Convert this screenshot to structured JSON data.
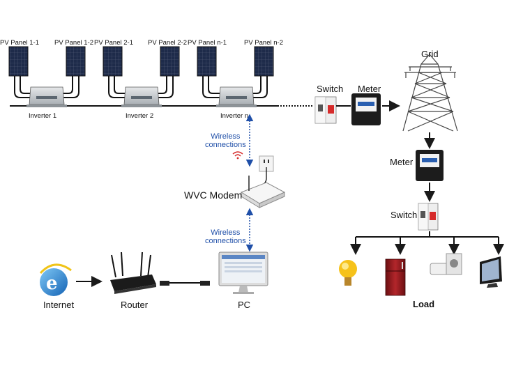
{
  "panels": {
    "p11": "PV Panel 1-1",
    "p12": "PV Panel 1-2",
    "p21": "PV Panel 2-1",
    "p22": "PV Panel 2-2",
    "pn1": "PV Panel n-1",
    "pn2": "PV Panel n-2"
  },
  "inverters": {
    "inv1": "Inverter 1",
    "inv2": "Inverter 2",
    "invn": "Inverter n"
  },
  "grid_side": {
    "switch": "Switch",
    "meter": "Meter",
    "grid": "Grid",
    "meter2": "Meter",
    "switch2": "Switch",
    "load": "Load"
  },
  "comms": {
    "wireless_top": "Wireless\nconnections",
    "wireless_bottom": "Wireless\nconnections",
    "modem": "WVC Modem",
    "pc": "PC",
    "router": "Router",
    "internet": "Internet"
  },
  "colors": {
    "accent": "#1f4fa8",
    "line": "#1a1a1a",
    "inverter": "#cfd3d6",
    "panel": "#1e2b4a"
  }
}
